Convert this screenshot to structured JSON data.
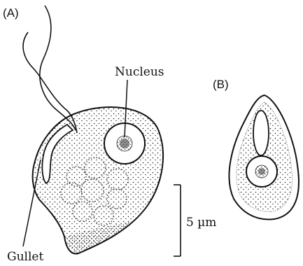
{
  "figure": {
    "panel_a_label": "(A)",
    "panel_b_label": "(B)",
    "labels": {
      "nucleus": "Nucleus",
      "gullet": "Gullet",
      "scale": "5 µm"
    }
  }
}
